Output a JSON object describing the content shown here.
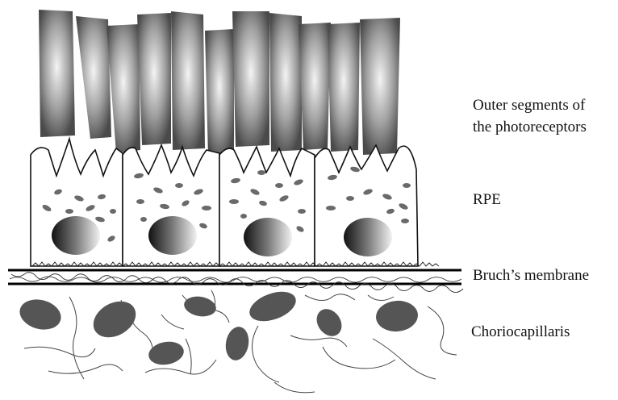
{
  "labels": {
    "outer_segments_line1": "Outer segments of",
    "outer_segments_line2": "the photoreceptors",
    "rpe": "RPE",
    "bruchs_membrane": "Bruch’s membrane",
    "choriocapillaris": "Choriocapillaris"
  },
  "colors": {
    "segment_dark": "#4a4a4a",
    "segment_light": "#f4f4f4",
    "granule": "#6a6a6a",
    "capillary": "#555555",
    "outline": "#111111"
  }
}
